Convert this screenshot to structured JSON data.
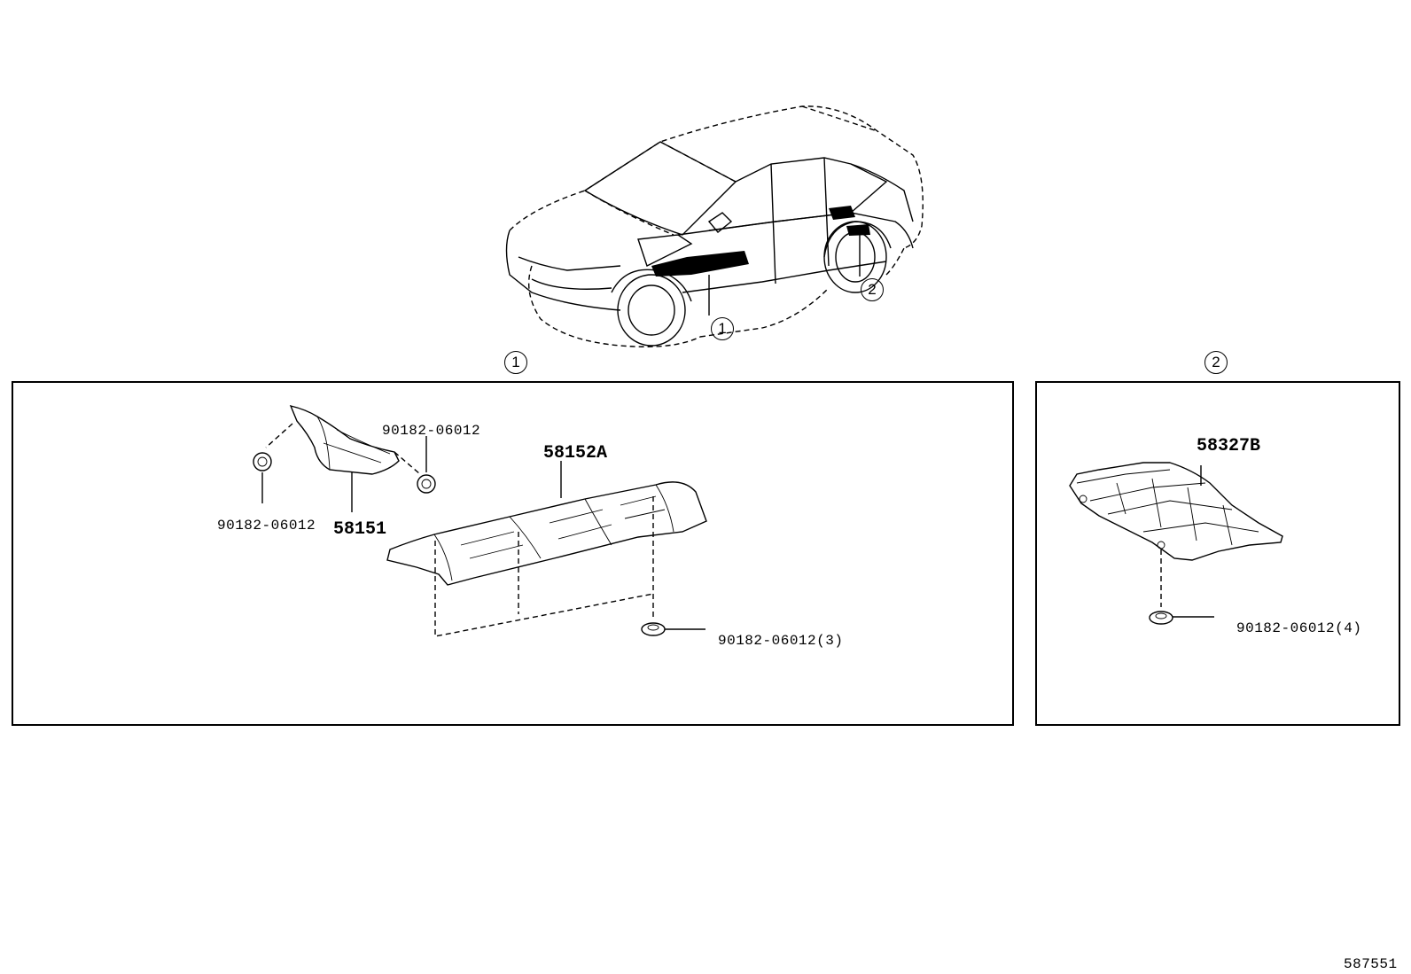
{
  "callouts": {
    "car_ref_1": "1",
    "car_ref_2": "2",
    "section_1": "1",
    "section_2": "2"
  },
  "section_1": {
    "parts": {
      "insulator_front": "58151",
      "insulator_main": "58152A"
    },
    "clips": {
      "clip_left": "90182-06012",
      "clip_right": "90182-06012",
      "clip_lower": "90182-06012(3)"
    }
  },
  "section_2": {
    "parts": {
      "insulator_rear": "58327B"
    },
    "clips": {
      "clip_rear": "90182-06012(4)"
    }
  },
  "diagram_id": "587551"
}
